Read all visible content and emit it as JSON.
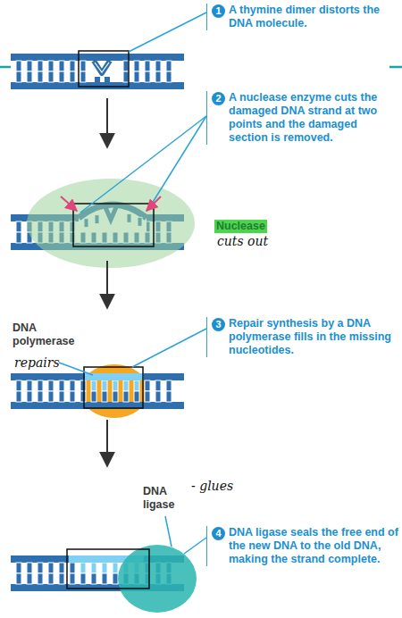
{
  "diagram": {
    "nodes": [
      {
        "text": [
          "1",
          "A thymine dimer distorts the DNA molecule."
        ]
      },
      {
        "text": [
          "2",
          "A nuclease enzyme cuts the damaged DNA strand at two points and the damaged section is removed."
        ]
      },
      {
        "text": [
          "Nuclease"
        ]
      },
      {
        "text": [
          "3",
          "Repair synthesis by a DNA polymerase fills in the missing nucleotides."
        ]
      },
      {
        "text": [
          "4",
          "DNA ligase seals the free end of the new DNA to the old DNA, making the strand complete."
        ]
      }
    ],
    "labels": [
      "cuts out",
      "DNA polymerase",
      "repairs",
      "DNA ligase",
      "- glues"
    ]
  }
}
